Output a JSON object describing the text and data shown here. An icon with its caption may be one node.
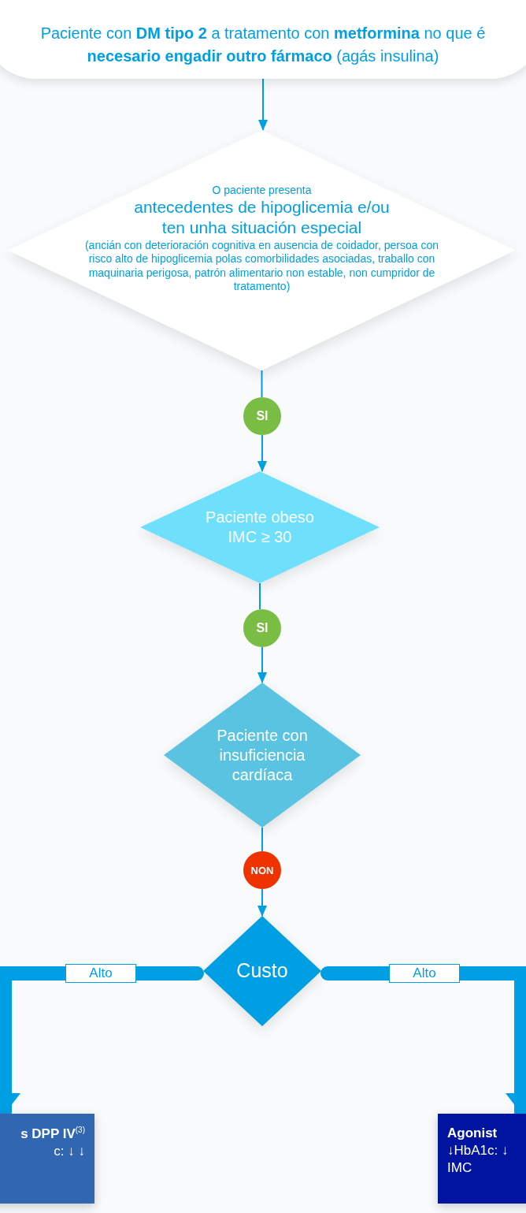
{
  "diagram": {
    "nodes": [
      {
        "text": [
          "Paciente con **DM tipo 2** a tratamento con **metformina** no que é **necesario engadir outro fármaco** (agás insulina)"
        ]
      },
      {
        "text": [
          "O paciente presenta",
          "antecedentes de hipoglicemia e/ou ten unha situación especial",
          "(ancián con deterioración cognitiva en ausencia de coidador, persoa con risco alto de hipoglicemia polas comorbilidades asociadas, traballo con maquinaria perigosa, patrón alimentario non estable, non cumpridor de tratamento)"
        ]
      },
      {
        "text": [
          "SI"
        ]
      },
      {
        "text": [
          "Paciente obeso IMC ≥ 30"
        ]
      },
      {
        "text": [
          "SI"
        ]
      },
      {
        "text": [
          "Paciente con insuficiencia cardíaca"
        ]
      },
      {
        "text": [
          "NON"
        ]
      },
      {
        "text": [
          "Custo"
        ]
      },
      {
        "text": [
          "s DPP IV$^{(3)}$",
          "c: ↓ ↓"
        ]
      },
      {
        "text": [
          "Agonist",
          "↓HbA1c: ↓",
          "IMC"
        ]
      }
    ],
    "edges": [
      {
        "from": 0,
        "to": 1,
        "arrow": "to"
      },
      {
        "from": 1,
        "to": 2,
        "arrow": "none"
      },
      {
        "from": 2,
        "to": 3,
        "arrow": "to"
      },
      {
        "from": 3,
        "to": 4,
        "arrow": "none"
      },
      {
        "from": 4,
        "to": 5,
        "arrow": "to"
      },
      {
        "from": 5,
        "to": 6,
        "arrow": "none"
      },
      {
        "from": 6,
        "to": 7,
        "arrow": "to"
      },
      {
        "from": 7,
        "to": 8,
        "arrow": "to",
        "label": "Alto",
        "style": "thick"
      },
      {
        "from": 7,
        "to": 9,
        "arrow": "to",
        "label": "Alto",
        "style": "thick"
      }
    ]
  }
}
